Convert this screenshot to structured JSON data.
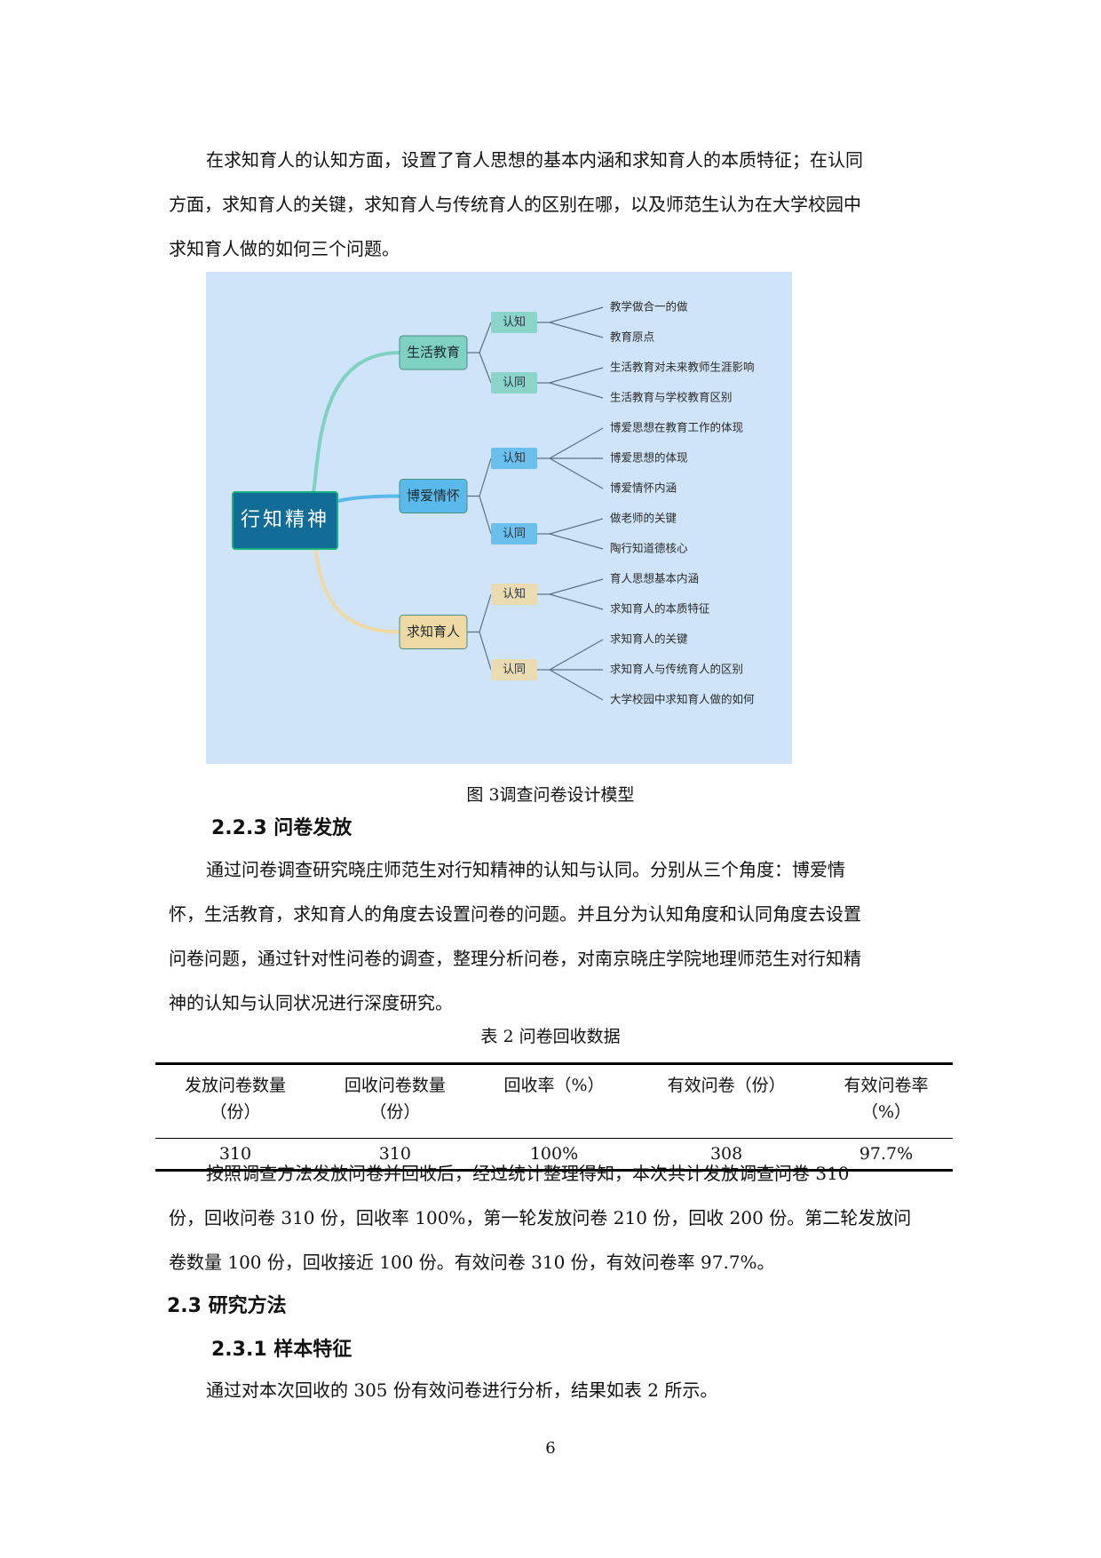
{
  "intro": {
    "lines": [
      "在求知育人的认知方面，设置了育人思想的基本内涵和求知育人的本质特征；在认同",
      "方面，求知育人的关键，求知育人与传统育人的区别在哪，以及师范生认为在大学校园中",
      "求知育人做的如何三个问题。"
    ]
  },
  "mindmap": {
    "root": "行知精神",
    "branches": [
      {
        "label": "生活教育",
        "color": "#7fd1c2",
        "groups": [
          {
            "label": "认知",
            "leaves": [
              "教学做合一的做",
              "教育原点"
            ]
          },
          {
            "label": "认同",
            "leaves": [
              "生活教育对未来教师生涯影响",
              "生活教育与学校教育区别"
            ]
          }
        ]
      },
      {
        "label": "博爱情怀",
        "color": "#58b9ea",
        "groups": [
          {
            "label": "认知",
            "leaves": [
              "博爱思想在教育工作的体现",
              "博爱思想的体现",
              "博爱情怀内涵"
            ]
          },
          {
            "label": "认同",
            "leaves": [
              "做老师的关键",
              "陶行知道德核心"
            ]
          }
        ]
      },
      {
        "label": "求知育人",
        "color": "#efd9a4",
        "groups": [
          {
            "label": "认知",
            "leaves": [
              "育人思想基本内涵",
              "求知育人的本质特征"
            ]
          },
          {
            "label": "认同",
            "leaves": [
              "求知育人的关键",
              "求知育人与传统育人的区别",
              "大学校园中求知育人做的如何"
            ]
          }
        ]
      }
    ]
  },
  "figure_caption": "图 3调查问卷设计模型",
  "section_223": {
    "heading": "2.2.3 问卷发放",
    "lines": [
      "通过问卷调查研究晓庄师范生对行知精神的认知与认同。分别从三个角度：博爱情",
      "怀，生活教育，求知育人的角度去设置问卷的问题。并且分为认知角度和认同角度去设置",
      "问卷问题，通过针对性问卷的调查，整理分析问卷，对南京晓庄学院地理师范生对行知精",
      "神的认知与认同状况进行深度研究。"
    ]
  },
  "table": {
    "caption": "表 2 问卷回收数据",
    "headers": [
      {
        "l1": "发放问卷数量",
        "l2": "（份）"
      },
      {
        "l1": "回收问卷数量",
        "l2": "（份）"
      },
      {
        "l1": "回收率（%）",
        "l2": ""
      },
      {
        "l1": "有效问卷（份）",
        "l2": ""
      },
      {
        "l1": "有效问卷率",
        "l2": "（%）"
      }
    ],
    "row": [
      "310",
      "310",
      "100%",
      "308",
      "97.7%"
    ]
  },
  "after_table": {
    "lines": [
      "按照调查方法发放问卷并回收后，经过统计整理得知，本次共计发放调查问卷 310",
      "份，回收问卷 310 份，回收率 100%，第一轮发放问卷 210 份，回收 200 份。第二轮发放问",
      "卷数量 100 份，回收接近 100 份。有效问卷 310 份，有效问卷率 97.7%。"
    ]
  },
  "section_23": {
    "heading": "2.3 研究方法"
  },
  "section_231": {
    "heading": "2.3.1 样本特征",
    "lines": [
      "通过对本次回收的 305 份有效问卷进行分析，结果如表 2 所示。"
    ]
  },
  "page_number": "6"
}
